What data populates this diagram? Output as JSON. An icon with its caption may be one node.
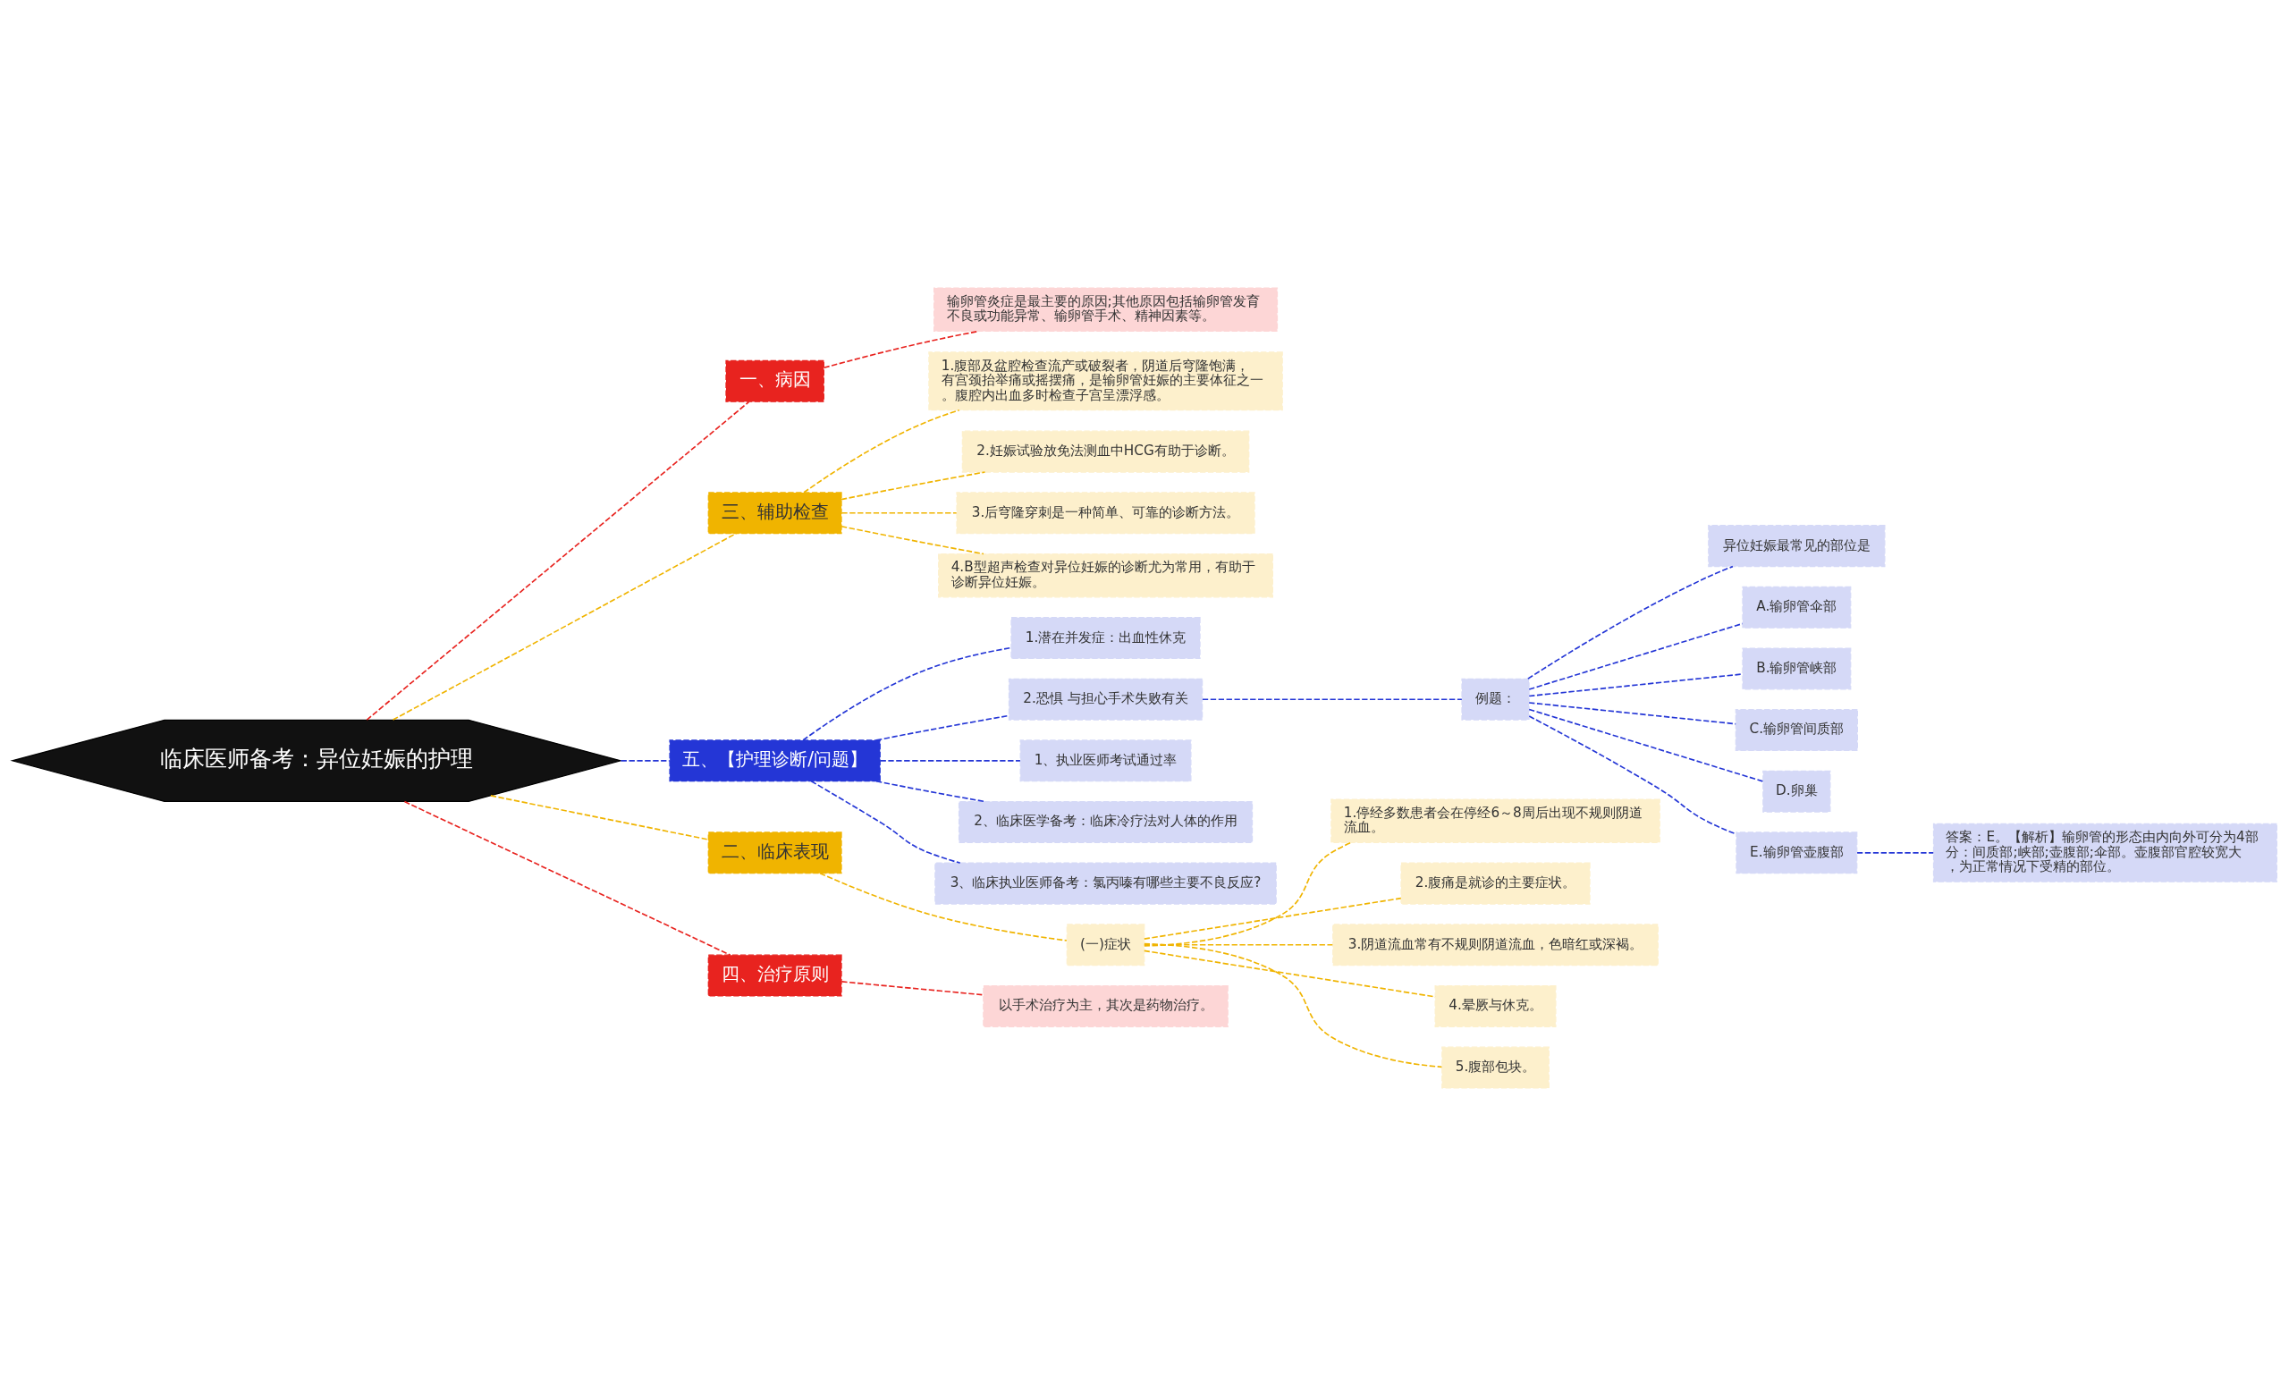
{
  "diagram": {
    "nodes": [
      {
        "text": [
          "临床医师备考：异位妊娠的护理"
        ]
      },
      {
        "text": [
          "一、病因"
        ]
      },
      {
        "text": [
          "输卵管炎症是最主要的原因;其他原因包括输卵管发育不良或功能异常、输卵管手术、精神因素等。"
        ]
      },
      {
        "text": [
          "三、辅助检查"
        ]
      },
      {
        "text": [
          "1.腹部及盆腔检查流产或破裂者，阴道后穹隆饱满，有宫颈抬举痛或摇摆痛，是输卵管妊娠的主要体征之一。腹腔内出血多时检查子宫呈漂浮感。"
        ]
      },
      {
        "text": [
          "2.妊娠试验放免法测血中HCG有助于诊断。"
        ]
      },
      {
        "text": [
          "3.后穹隆穿刺是一种简单、可靠的诊断方法。"
        ]
      },
      {
        "text": [
          "4.B型超声检查对异位妊娠的诊断尤为常用，有助于诊断异位妊娠。"
        ]
      },
      {
        "text": [
          "五、【护理诊断/问题】"
        ]
      },
      {
        "text": [
          "1.潜在并发症：出血性休克"
        ]
      },
      {
        "text": [
          "2.恐惧 与担心手术失败有关"
        ]
      },
      {
        "text": [
          "例题："
        ]
      },
      {
        "text": [
          "异位妊娠最常见的部位是"
        ]
      },
      {
        "text": [
          "A.输卵管伞部"
        ]
      },
      {
        "text": [
          "B.输卵管峡部"
        ]
      },
      {
        "text": [
          "C.输卵管间质部"
        ]
      },
      {
        "text": [
          "D.卵巢"
        ]
      },
      {
        "text": [
          "E.输卵管壶腹部"
        ]
      },
      {
        "text": [
          "答案：E。【解析】输卵管的形态由内向外可分为4部分：间质部;峡部;壶腹部;伞部。壶腹部官腔较宽大，为正常情况下受精的部位。"
        ]
      },
      {
        "text": [
          "1、执业医师考试通过率"
        ]
      },
      {
        "text": [
          "2、临床医学备考：临床冷疗法对人体的作用"
        ]
      },
      {
        "text": [
          "3、临床执业医师备考：氯丙嗪有哪些主要不良反应?"
        ]
      },
      {
        "text": [
          "二、临床表现"
        ]
      },
      {
        "text": [
          "(一)症状"
        ]
      },
      {
        "text": [
          "1.停经多数患者会在停经6～8周后出现不规则阴道流血。"
        ]
      },
      {
        "text": [
          "2.腹痛是就诊的主要症状。"
        ]
      },
      {
        "text": [
          "3.阴道流血常有不规则阴道流血，色暗红或深褐。"
        ]
      },
      {
        "text": [
          "4.晕厥与休克。"
        ]
      },
      {
        "text": [
          "5.腹部包块。"
        ]
      },
      {
        "text": [
          "四、治疗原则"
        ]
      },
      {
        "text": [
          "以手术治疗为主，其次是药物治疗。"
        ]
      }
    ],
    "edges": [
      {
        "from": 0,
        "to": 1,
        "arrow": "none",
        "style": "dashed",
        "color": "#e8231f"
      },
      {
        "from": 1,
        "to": 2,
        "arrow": "none",
        "style": "dashed",
        "color": "#e8231f"
      },
      {
        "from": 0,
        "to": 3,
        "arrow": "none",
        "style": "dashed",
        "color": "#f0b400"
      },
      {
        "from": 3,
        "to": 4,
        "arrow": "none",
        "style": "dashed",
        "color": "#f0b400"
      },
      {
        "from": 3,
        "to": 5,
        "arrow": "none",
        "style": "dashed",
        "color": "#f0b400"
      },
      {
        "from": 3,
        "to": 6,
        "arrow": "none",
        "style": "dashed",
        "color": "#f0b400"
      },
      {
        "from": 3,
        "to": 7,
        "arrow": "none",
        "style": "dashed",
        "color": "#f0b400"
      },
      {
        "from": 0,
        "to": 8,
        "arrow": "none",
        "style": "dashed"
      },
      {
        "from": 8,
        "to": 9,
        "arrow": "none",
        "style": "dashed"
      },
      {
        "from": 8,
        "to": 10,
        "arrow": "none",
        "style": "dashed"
      },
      {
        "from": 10,
        "to": 11,
        "arrow": "none",
        "style": "dashed"
      },
      {
        "from": 11,
        "to": 12,
        "arrow": "none",
        "style": "dashed"
      },
      {
        "from": 11,
        "to": 13,
        "arrow": "none",
        "style": "dashed"
      },
      {
        "from": 11,
        "to": 14,
        "arrow": "none",
        "style": "dashed"
      },
      {
        "from": 11,
        "to": 15,
        "arrow": "none",
        "style": "dashed"
      },
      {
        "from": 11,
        "to": 16,
        "arrow": "none",
        "style": "dashed"
      },
      {
        "from": 11,
        "to": 17,
        "arrow": "none",
        "style": "dashed"
      },
      {
        "from": 17,
        "to": 18,
        "arrow": "none",
        "style": "dashed"
      },
      {
        "from": 8,
        "to": 19,
        "arrow": "none",
        "style": "dashed"
      },
      {
        "from": 8,
        "to": 20,
        "arrow": "none",
        "style": "dashed"
      },
      {
        "from": 8,
        "to": 21,
        "arrow": "none",
        "style": "dashed"
      },
      {
        "from": 0,
        "to": 22,
        "arrow": "none",
        "style": "dashed",
        "color": "#f0b400"
      },
      {
        "from": 22,
        "to": 23,
        "arrow": "none",
        "style": "dashed",
        "color": "#f0b400"
      },
      {
        "from": 23,
        "to": 24,
        "arrow": "none",
        "style": "dashed",
        "color": "#f0b400"
      },
      {
        "from": 23,
        "to": 25,
        "arrow": "none",
        "style": "dashed",
        "color": "#f0b400"
      },
      {
        "from": 23,
        "to": 26,
        "arrow": "none",
        "style": "dashed",
        "color": "#f0b400"
      },
      {
        "from": 23,
        "to": 27,
        "arrow": "none",
        "style": "dashed",
        "color": "#f0b400"
      },
      {
        "from": 23,
        "to": 28,
        "arrow": "none",
        "style": "dashed",
        "color": "#f0b400"
      },
      {
        "from": 0,
        "to": 29,
        "arrow": "none",
        "style": "dashed",
        "color": "#e8231f"
      },
      {
        "from": 29,
        "to": 30,
        "arrow": "none",
        "style": "dashed",
        "color": "#e8231f"
      }
    ]
  }
}
